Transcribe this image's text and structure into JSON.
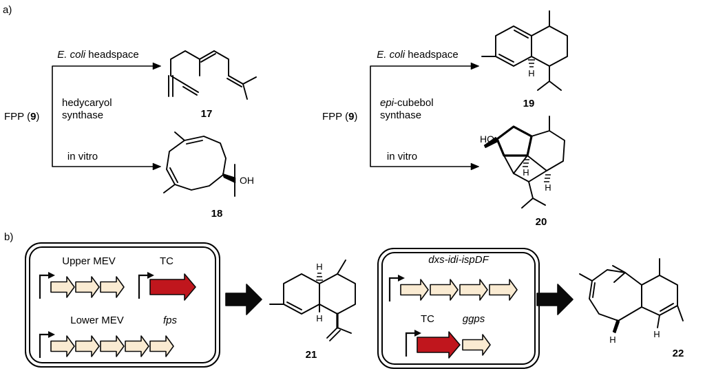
{
  "colors": {
    "background": "#ffffff",
    "ink": "#0a0a0a",
    "gene_arrow_fill": "#FAEBD2",
    "gene_arrow_stroke": "#0a0a0a",
    "tc_arrow_fill": "#C0161D"
  },
  "panel_a": {
    "label": "a)",
    "schemes": [
      {
        "substrate_prefix": "FPP (",
        "substrate_number": "9",
        "substrate_suffix": ")",
        "enzyme_line1_italic": "",
        "enzyme_line1": "hedycaryol",
        "enzyme_line2": "synthase",
        "top_condition_italic": "E. coli",
        "top_condition": " headspace",
        "bottom_condition": "in vitro",
        "top_product": {
          "number": "17"
        },
        "bottom_product": {
          "number": "18",
          "oh_label": "OH"
        }
      },
      {
        "substrate_prefix": "FPP (",
        "substrate_number": "9",
        "substrate_suffix": ")",
        "enzyme_line1_italic": "epi",
        "enzyme_line1": "-cubebol",
        "enzyme_line2": "synthase",
        "top_condition_italic": "E. coli",
        "top_condition": " headspace",
        "bottom_condition": "in vitro",
        "top_product": {
          "number": "19",
          "h_label": "H"
        },
        "bottom_product": {
          "number": "20",
          "ho_label": "HO",
          "h_label1": "H",
          "h_label2": "H"
        }
      }
    ]
  },
  "panel_b": {
    "label": "b)",
    "construct1": {
      "operon1": {
        "label": "Upper MEV",
        "gene_count": 3
      },
      "tc": {
        "label": "TC"
      },
      "operon2": {
        "label": "Lower MEV",
        "gene_count": 5,
        "last_gene_label": "fps"
      }
    },
    "product1": {
      "number": "21",
      "h_top": "H",
      "h_mid": "H"
    },
    "construct2": {
      "operon1": {
        "label": "dxs-idi-ispDF",
        "gene_count": 4
      },
      "tc": {
        "label": "TC"
      },
      "ggps": {
        "label": "ggps",
        "gene_count": 1
      }
    },
    "product2": {
      "number": "22",
      "h_label1": "H",
      "h_label2": "H"
    }
  }
}
